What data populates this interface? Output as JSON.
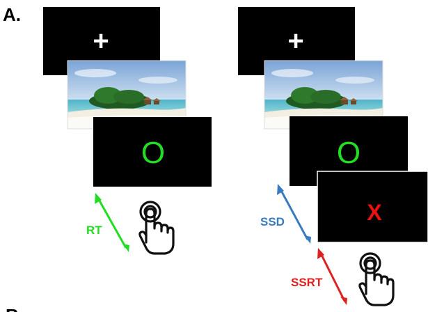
{
  "panel_label": "A.",
  "next_panel_label": "B",
  "left_trial": {
    "fixation_symbol": "+",
    "go_stimulus": "O",
    "rt_label": "RT"
  },
  "right_trial": {
    "fixation_symbol": "+",
    "go_stimulus": "O",
    "stop_signal": "X",
    "ssd_label": "SSD",
    "ssrt_label": "SSRT"
  },
  "colors": {
    "screen": "#000000",
    "fixation": "#ffffff",
    "go": "#22dd22",
    "stop": "#ee1111",
    "rt_arrow": "#22dd22",
    "ssd_arrow": "#3a7bbf",
    "ssrt_arrow": "#e02020",
    "hand": "#111111"
  },
  "icons": [
    "beach-image",
    "hand-tap-icon"
  ]
}
